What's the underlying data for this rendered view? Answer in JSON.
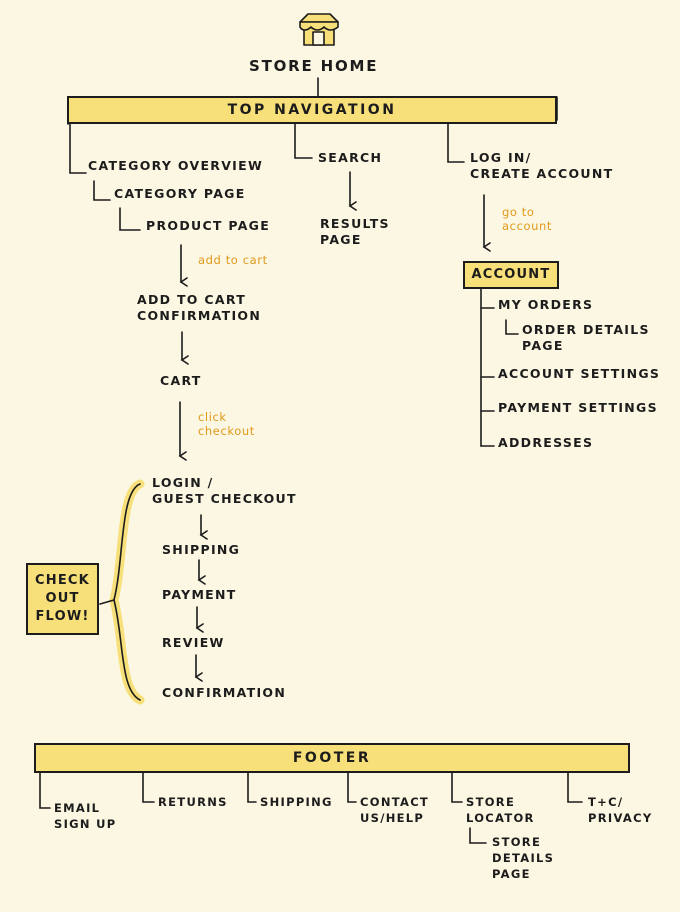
{
  "title": "STORE HOME",
  "top_navigation": "TOP NAVIGATION",
  "branches": {
    "category_overview": "CATEGORY OVERVIEW",
    "category_page": "CATEGORY PAGE",
    "product_page": "PRODUCT PAGE",
    "search": "SEARCH",
    "results_page": "RESULTS\nPAGE",
    "login_create": "LOG IN/\nCREATE ACCOUNT"
  },
  "notes": {
    "add_to_cart": "add to cart",
    "click_checkout": "click\ncheckout",
    "go_to_account": "go to\naccount"
  },
  "shopping_flow": {
    "add_to_cart_confirmation": "ADD TO CART\nCONFIRMATION",
    "cart": "CART"
  },
  "checkout": {
    "label": "CHECK\nOUT\nFLOW!",
    "steps": [
      "LOGIN /\nGUEST CHECKOUT",
      "SHIPPING",
      "PAYMENT",
      "REVIEW",
      "CONFIRMATION"
    ]
  },
  "account": {
    "label": "ACCOUNT",
    "items": [
      "MY ORDERS",
      "ORDER DETAILS\nPAGE",
      "ACCOUNT SETTINGS",
      "PAYMENT SETTINGS",
      "ADDRESSES"
    ]
  },
  "footer": {
    "label": "FOOTER",
    "items": [
      "EMAIL\nSIGN UP",
      "RETURNS",
      "SHIPPING",
      "CONTACT\nUS/HELP",
      "STORE\nLOCATOR",
      "T+C/\nPRIVACY"
    ],
    "store_details": "STORE\nDETAILS\nPAGE"
  },
  "colors": {
    "highlight": "#f7e07a",
    "note": "#e09a1c",
    "ink": "#1c1c1c",
    "paper": "#fbf7e2"
  },
  "icons": [
    "store-icon"
  ]
}
